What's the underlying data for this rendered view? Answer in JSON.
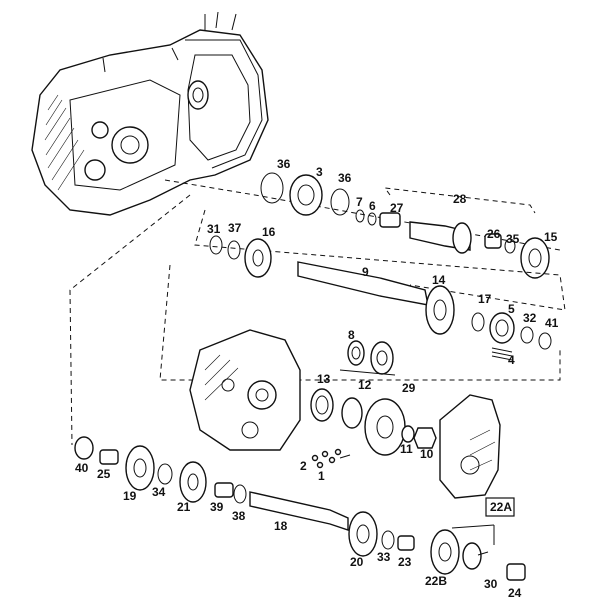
{
  "diagram": {
    "part_numbers": [
      "36",
      "3",
      "36",
      "7",
      "6",
      "27",
      "28",
      "31",
      "37",
      "16",
      "26",
      "35",
      "15",
      "9",
      "14",
      "17",
      "5",
      "32",
      "41",
      "4",
      "8",
      "12",
      "13",
      "29",
      "11",
      "10",
      "2",
      "1",
      "40",
      "25",
      "19",
      "34",
      "21",
      "39",
      "38",
      "18",
      "20",
      "33",
      "23",
      "22B",
      "30",
      "24",
      "22A"
    ],
    "callout_box": "22A"
  }
}
